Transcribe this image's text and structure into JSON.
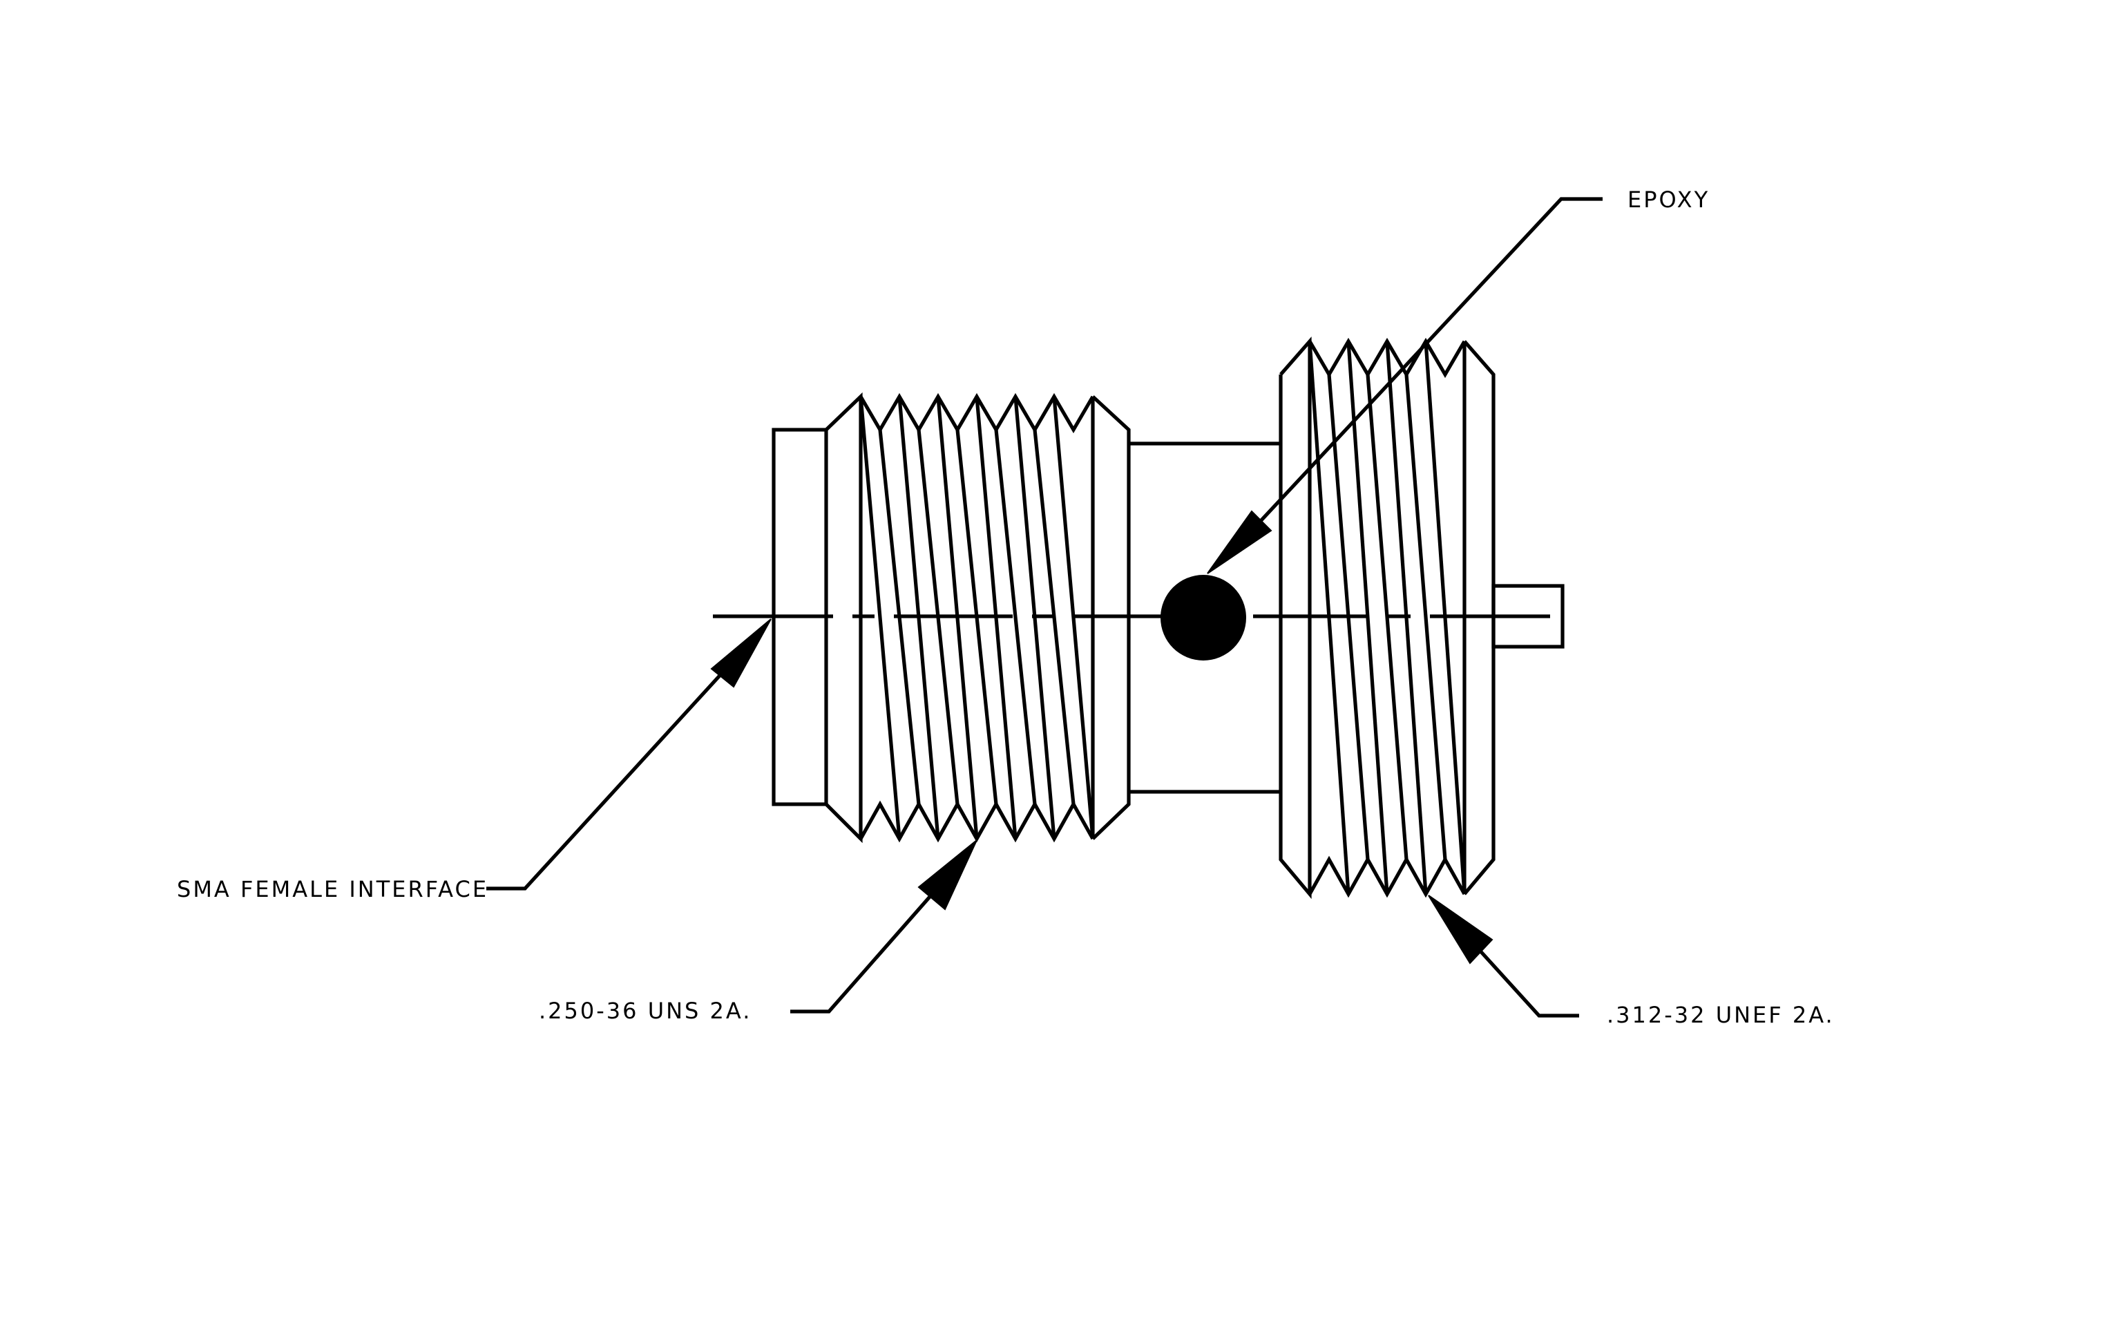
{
  "drawing": {
    "title": "",
    "subject": "SMA connector with threaded body",
    "callouts": {
      "epoxy": "EPOXY",
      "sma_female_interface": "SMA FEMALE INTERFACE",
      "thread_left": ".250-36 UNS 2A.",
      "thread_right": ".312-32 UNEF 2A."
    }
  }
}
